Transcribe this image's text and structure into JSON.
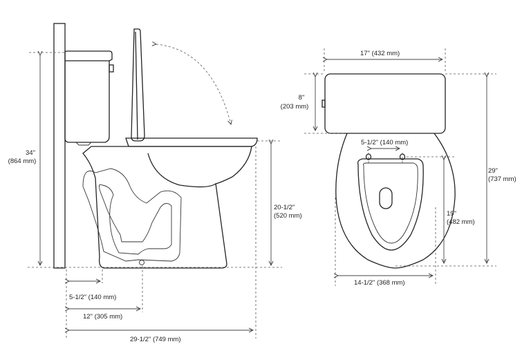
{
  "side_view": {
    "height_label": [
      "34\"",
      "(864 mm)"
    ],
    "seat_height_label": [
      "20-1/2\"",
      "(520 mm)"
    ],
    "rough_in_small_label": "5-1/2\" (140 mm)",
    "rough_in_label": "12\" (305 mm)",
    "overall_depth_label": "29-1/2\" (749 mm)"
  },
  "top_view": {
    "tank_width_label": "17\" (432 mm)",
    "tank_depth_label": [
      "8\"",
      "(203 mm)"
    ],
    "hinge_spacing_label": "5-1/2\" (140 mm)",
    "bowl_length_label": [
      "19\"",
      "(482 mm)"
    ],
    "overall_length_label": [
      "29\"",
      "(737 mm)"
    ],
    "bowl_width_label": "14-1/2\" (368 mm)"
  },
  "colors": {
    "line": "#222222",
    "dimension": "#555555",
    "background": "#ffffff"
  }
}
